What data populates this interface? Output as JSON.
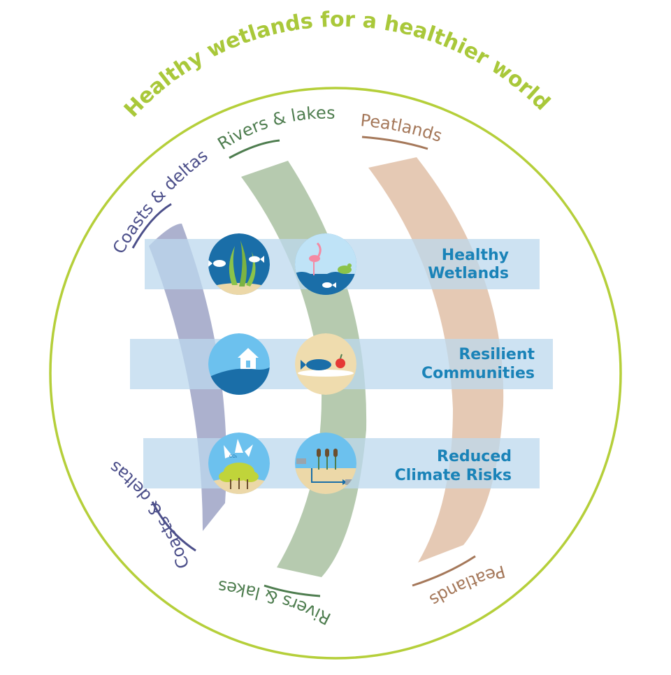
{
  "title": "Healthy wetlands for a healthier world",
  "colors": {
    "ring": "#b5cf3a",
    "title": "#a9c83a",
    "coasts": "#4c4f8a",
    "coasts_band": "#9ea3c6",
    "rivers": "#4e7d4f",
    "rivers_band": "#a9c1a1",
    "peat": "#a5785a",
    "peat_band": "#e2c3ac",
    "row_band": "#bcd8ee",
    "row_text": "#1a83b8"
  },
  "regions": {
    "coasts_top": "Coasts & deltas",
    "rivers_top": "Rivers & lakes",
    "peat_top": "Peatlands",
    "coasts_bottom": "Coasts & deltas",
    "rivers_bottom": "Rivers & lakes",
    "peat_bottom": "Peatlands"
  },
  "rows": {
    "r1_line1": "Healthy",
    "r1_line2": "Wetlands",
    "r2_line1": "Resilient",
    "r2_line2": "Communities",
    "r3_line1": "Reduced",
    "r3_line2": "Climate Risks"
  },
  "icons": {
    "co2": "CO₂",
    "fish_seagrass": "fish-seagrass-icon",
    "flamingo_frog": "flamingo-frog-icon",
    "house_hand": "house-hand-icon",
    "fish_apple": "fish-apple-icon",
    "trees_co2": "trees-co2-icon",
    "reeds_water": "reeds-water-icon"
  }
}
